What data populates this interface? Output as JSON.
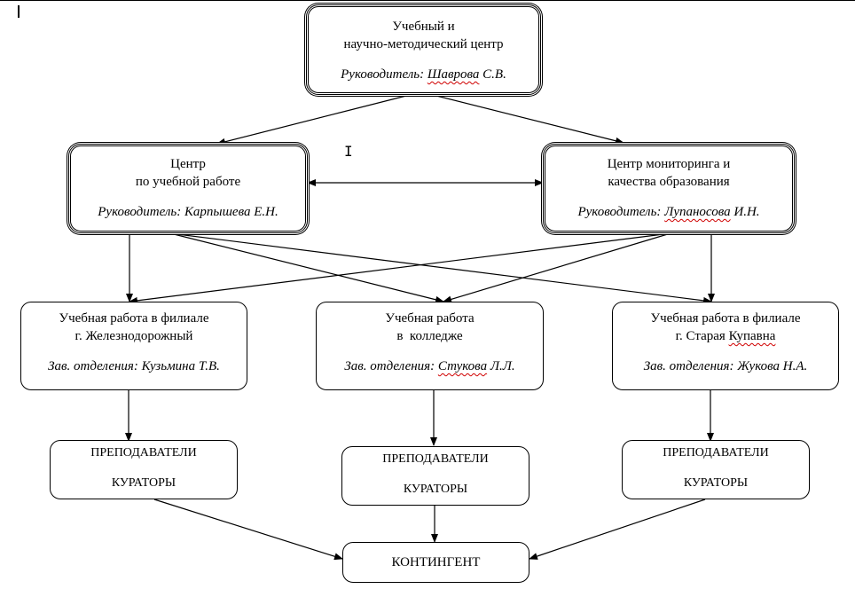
{
  "top_center": {
    "line1": "Учебный и",
    "line2": "научно-методический центр",
    "head_prefix": "Руководитель: ",
    "head_name": "Шаврова",
    "head_suffix": " С.В."
  },
  "center_left": {
    "line1": "Центр",
    "line2": "по учебной работе",
    "head": "Руководитель: Карпышева Е.Н."
  },
  "center_right": {
    "line1": "Центр мониторинга и",
    "line2": "качества образования",
    "head_prefix": "Руководитель: ",
    "head_name": "Лупаносова",
    "head_suffix": " И.Н."
  },
  "branch_left": {
    "line1": "Учебная работа в филиале",
    "line2": "г. Железнодорожный",
    "head": "Зав. отделения: Кузьмина Т.В."
  },
  "branch_middle": {
    "line1": "Учебная работа",
    "line2": "в  колледже",
    "head_prefix": "Зав. отделения: ",
    "head_name": "Стукова",
    "head_suffix": " Л.Л."
  },
  "branch_right": {
    "line1": "Учебная работа в филиале",
    "line2_prefix": "г. Старая ",
    "line2_name": "Купавна",
    "head": "Зав. отделения: Жукова Н.А."
  },
  "staff_left": {
    "line1": "ПРЕПОДАВАТЕЛИ",
    "line2": "КУРАТОРЫ"
  },
  "staff_middle": {
    "line1": "ПРЕПОДАВАТЕЛИ",
    "line2": "КУРАТОРЫ"
  },
  "staff_right": {
    "line1": "ПРЕПОДАВАТЕЛИ",
    "line2": "КУРАТОРЫ"
  },
  "contingent": {
    "label": "КОНТИНГЕНТ"
  }
}
